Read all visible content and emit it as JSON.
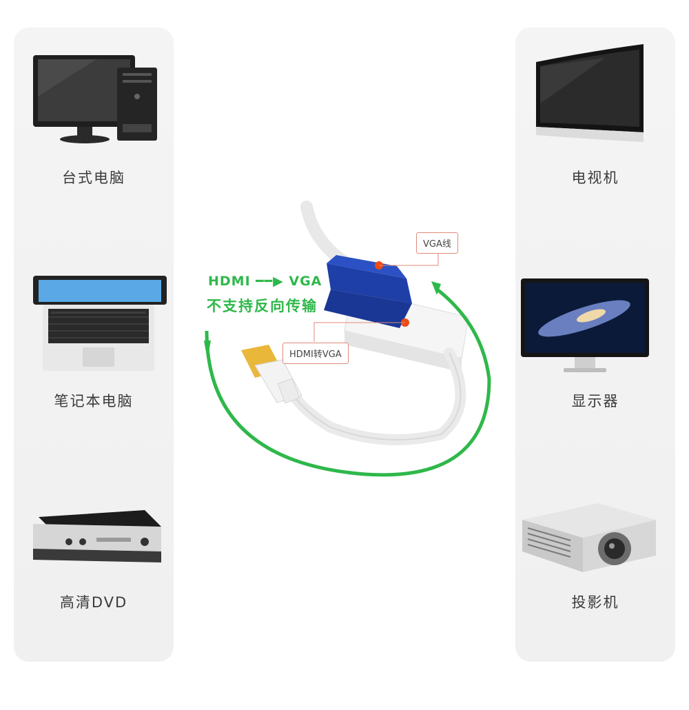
{
  "devices_left": [
    {
      "label": "台式电脑",
      "icon": "desktop-computer-icon"
    },
    {
      "label": "笔记本电脑",
      "icon": "laptop-icon"
    },
    {
      "label": "高清DVD",
      "icon": "dvd-player-icon"
    }
  ],
  "devices_right": [
    {
      "label": "电视机",
      "icon": "tv-icon"
    },
    {
      "label": "显示器",
      "icon": "monitor-icon"
    },
    {
      "label": "投影机",
      "icon": "projector-icon"
    }
  ],
  "center": {
    "callout_vga": "VGA线",
    "callout_hdmi": "HDMI转VGA",
    "direction_text": "HDMI ━━▶ VGA",
    "warning_text": "不支持反向传输"
  },
  "colors": {
    "accent_green": "#2fb84a",
    "vga_blue": "#1e3fa8",
    "callout_dot": "#ee4b14",
    "panel_bg": "#f3f3f3"
  }
}
